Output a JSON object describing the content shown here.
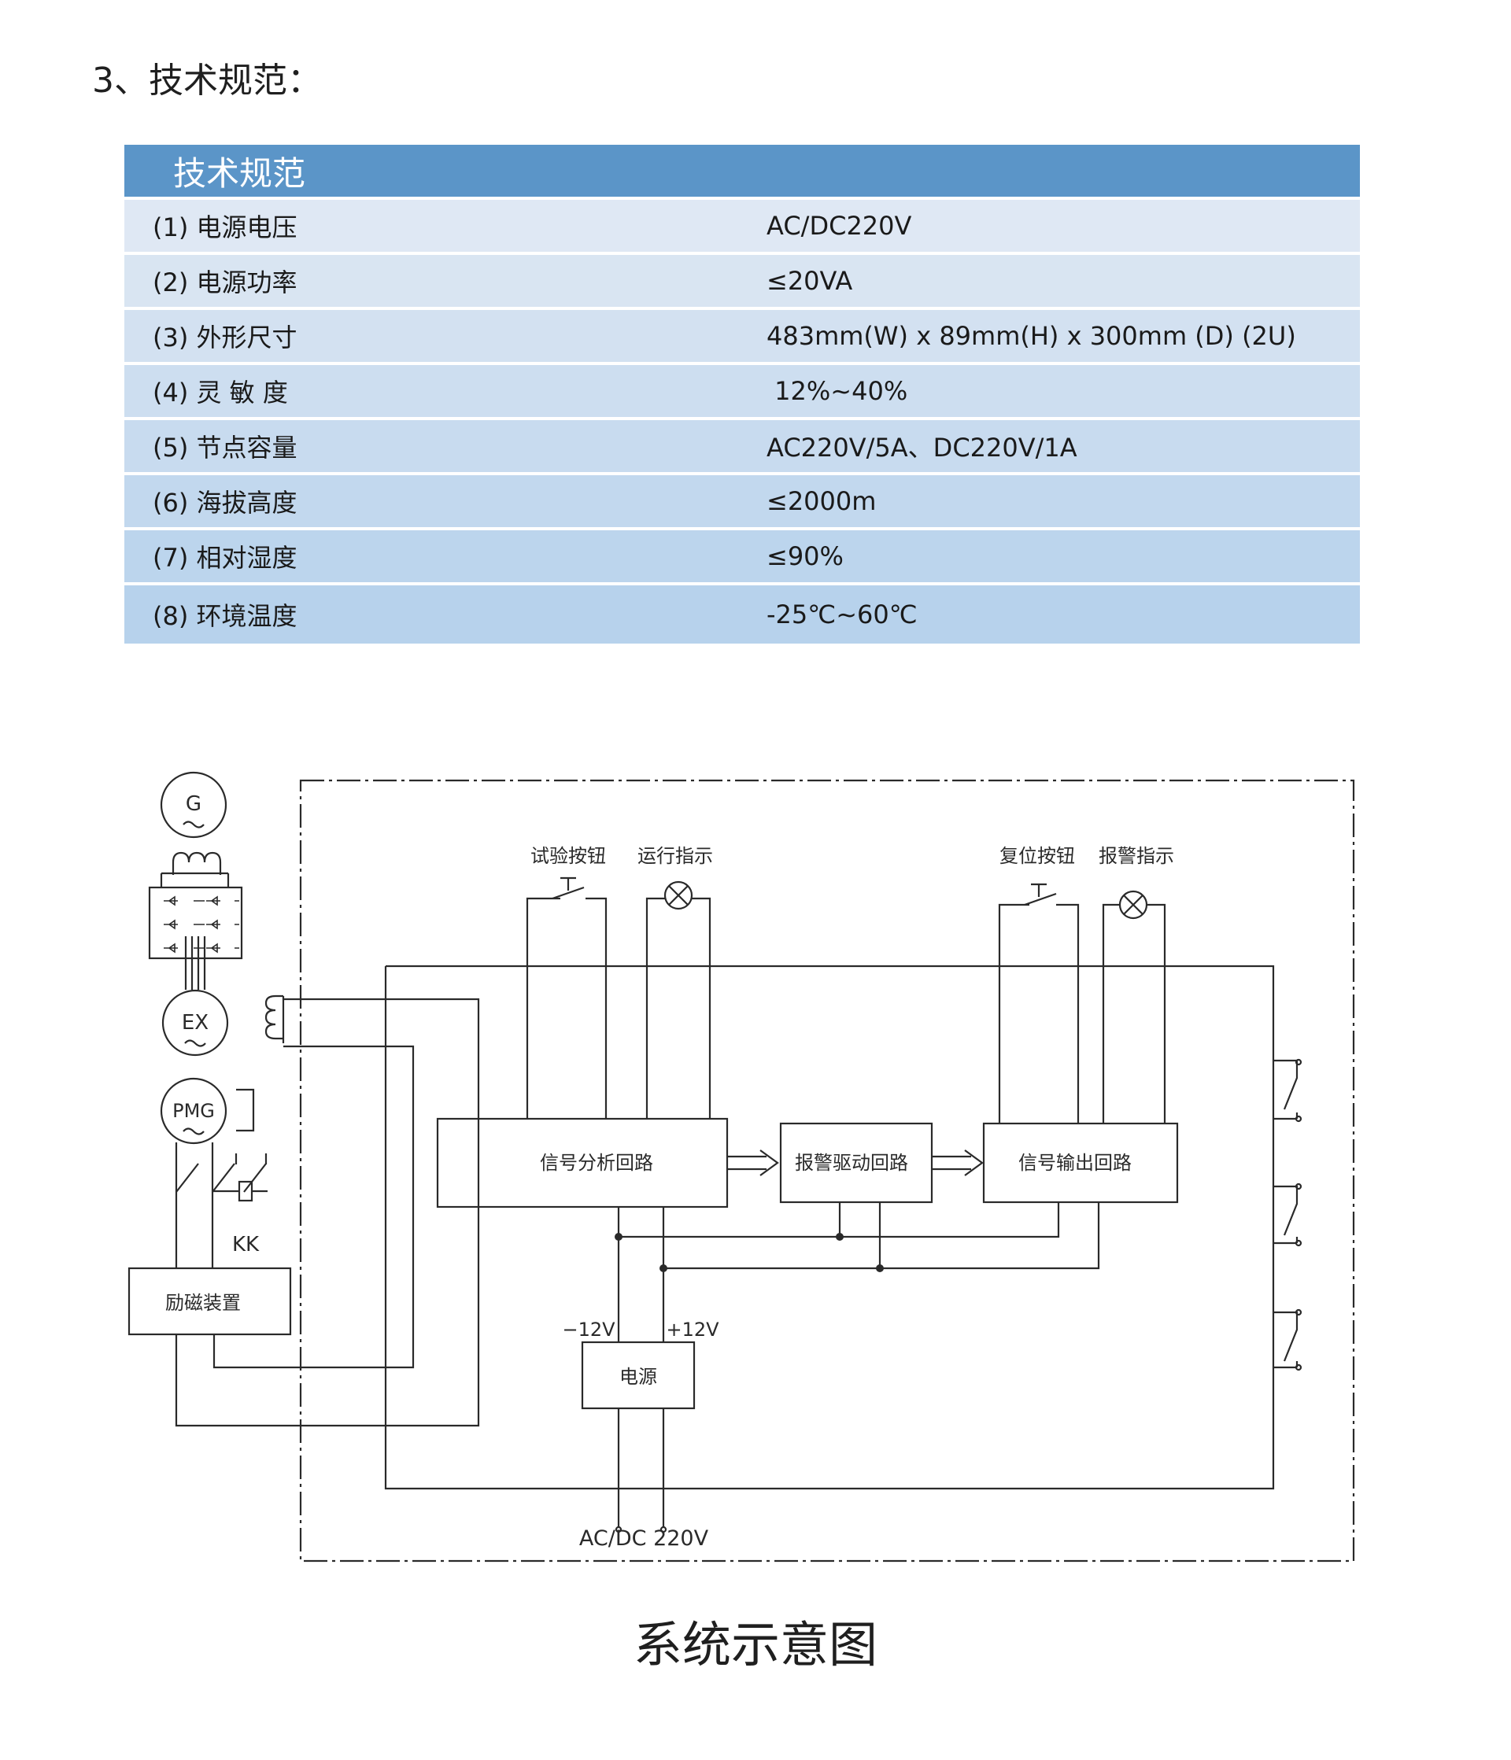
{
  "section": {
    "title": "3、技术规范："
  },
  "spec_table": {
    "header": "技术规范",
    "rows": [
      {
        "label": "(1) 电源电压",
        "value": "AC/DC220V"
      },
      {
        "label": "(2) 电源功率",
        "value": "≤20VA"
      },
      {
        "label": "(3) 外形尺寸",
        "value": "483mm(W) x 89mm(H) x 300mm (D) (2U)"
      },
      {
        "label": "(4) 灵 敏 度",
        "value": " 12%~40%"
      },
      {
        "label": "(5) 节点容量",
        "value": "AC220V/5A、DC220V/1A"
      },
      {
        "label": "(6) 海拔高度",
        "value": "≤2000m"
      },
      {
        "label": "(7) 相对湿度",
        "value": "≤90%"
      },
      {
        "label": "(8) 环境温度",
        "value": "-25℃~60℃"
      }
    ],
    "row_colors": [
      "#dfe8f4",
      "#d9e5f2",
      "#d3e1f1",
      "#cddef0",
      "#c8dbef",
      "#c2d8ee",
      "#bcd5ed",
      "#b7d2ec"
    ]
  },
  "diagram": {
    "generator": "G",
    "exciter": "EX",
    "pmg": "PMG",
    "kk": "KK",
    "excitation_device": "励磁装置",
    "test_button": "试验按钮",
    "run_indicator": "运行指示",
    "reset_button": "复位按钮",
    "alarm_indicator": "报警指示",
    "signal_analysis": "信号分析回路",
    "alarm_drive": "报警驱动回路",
    "signal_output": "信号输出回路",
    "power_supply": "电源",
    "neg12v": "−12V",
    "pos12v": "+12V",
    "input_voltage": "AC/DC 220V"
  },
  "caption": "系统示意图"
}
